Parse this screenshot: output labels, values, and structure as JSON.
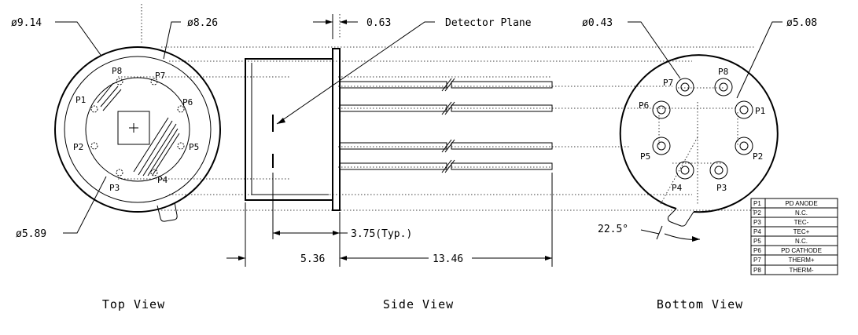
{
  "top_view": {
    "title": "Top View",
    "dims": {
      "outer": "ø9.14",
      "middle": "ø8.26",
      "pin_circle": "ø5.89"
    },
    "pins": [
      "P1",
      "P2",
      "P3",
      "P4",
      "P5",
      "P6",
      "P7",
      "P8"
    ]
  },
  "side_view": {
    "title": "Side View",
    "dims": {
      "flange": "0.63",
      "detector": "Detector Plane",
      "typ": "3.75(Typ.)",
      "height": "5.36",
      "leads": "13.46"
    }
  },
  "bottom_view": {
    "title": "Bottom View",
    "dims": {
      "pin_dia": "ø0.43",
      "pcd": "ø5.08",
      "angle": "22.5°"
    },
    "pins": [
      "P1",
      "P2",
      "P3",
      "P4",
      "P5",
      "P6",
      "P7",
      "P8"
    ]
  },
  "pin_table": [
    {
      "pin": "P1",
      "function": "PD ANODE"
    },
    {
      "pin": "P2",
      "function": "N.C."
    },
    {
      "pin": "P3",
      "function": "TEC-"
    },
    {
      "pin": "P4",
      "function": "TEC+"
    },
    {
      "pin": "P5",
      "function": "N.C."
    },
    {
      "pin": "P6",
      "function": "PD CATHODE"
    },
    {
      "pin": "P7",
      "function": "THERM+"
    },
    {
      "pin": "P8",
      "function": "THERM-"
    }
  ]
}
